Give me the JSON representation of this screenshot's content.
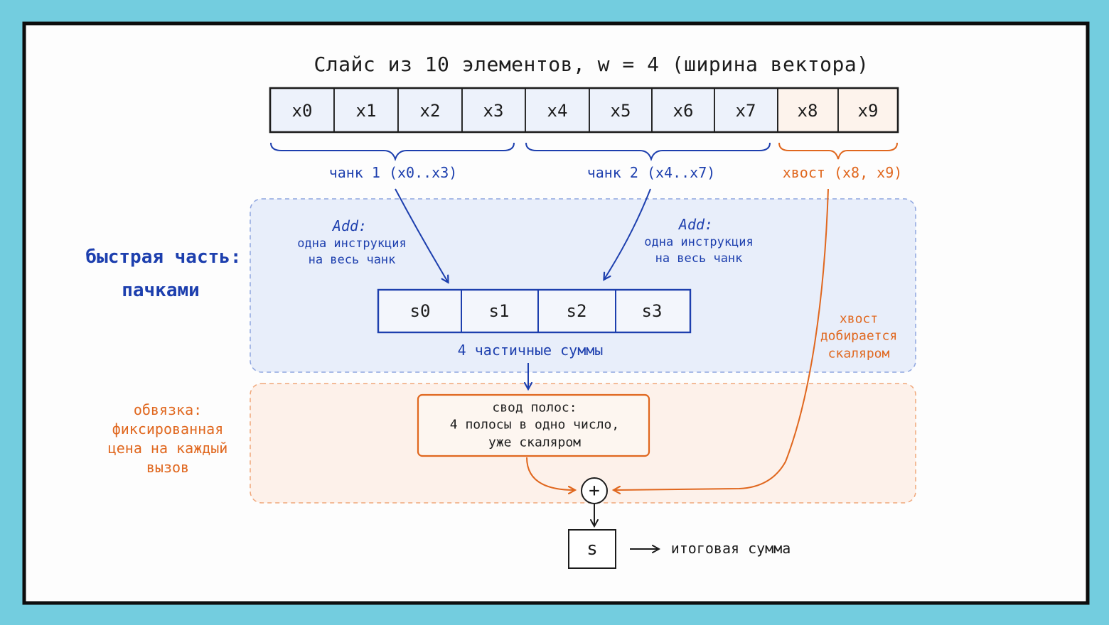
{
  "title": "Слайс из 10 элементов, w = 4 (ширина вектора)",
  "slice_cells": [
    "x0",
    "x1",
    "x2",
    "x3",
    "x4",
    "x5",
    "x6",
    "x7",
    "x8",
    "x9"
  ],
  "braces": {
    "chunk1": "чанк 1 (x0..x3)",
    "chunk2": "чанк 2 (x4..x7)",
    "tail": "хвост (x8, x9)"
  },
  "fast_zone": {
    "label_line1": "быстрая часть:",
    "label_line2": "пачками",
    "add_left_title": "Add:",
    "add_left_text": "одна инструкция\nна весь чанк",
    "add_right_title": "Add:",
    "add_right_text": "одна инструкция\nна весь чанк",
    "sum_cells": [
      "s0",
      "s1",
      "s2",
      "s3"
    ],
    "sums_caption": "4 частичные суммы",
    "tail_note": "хвост\nдобирается\nскаляром"
  },
  "overhead_zone": {
    "label": "обвязка:\nфиксированная\nцена на каждый\nвызов",
    "reduce_box": "свод полос:\n4 полосы в одно число,\nуже скаляром",
    "plus_symbol": "+"
  },
  "result": {
    "box_label": "s",
    "caption": "итоговая сумма"
  },
  "colors": {
    "background": "#73cddf",
    "card": "#fdfdfd",
    "blue": "#1d3fae",
    "orange": "#e0671e",
    "blue_zone_fill": "#e8eefa",
    "blue_cell_fill": "#edf2fb",
    "orange_zone_fill": "#fdf1ea",
    "orange_cell_fill": "#fdf3ec"
  }
}
